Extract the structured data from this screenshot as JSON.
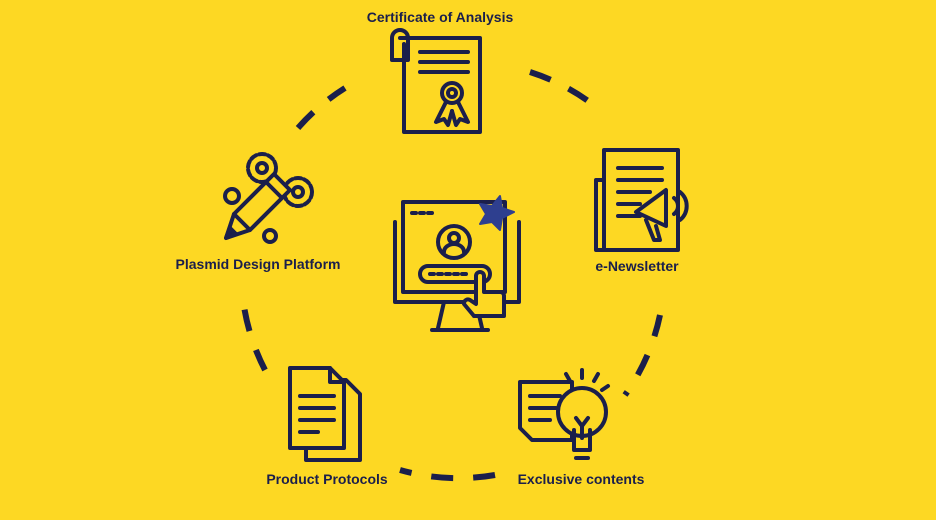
{
  "colors": {
    "background": "#FDD823",
    "ink": "#1B1F4B",
    "accent": "#2E3F8F"
  },
  "items": [
    {
      "label": "Certificate of Analysis",
      "icon": "certificate-icon"
    },
    {
      "label": "e-Newsletter",
      "icon": "newsletter-megaphone-icon"
    },
    {
      "label": "Exclusive contents",
      "icon": "lightbulb-document-icon"
    },
    {
      "label": "Product Protocols",
      "icon": "documents-icon"
    },
    {
      "label": "Plasmid Design Platform",
      "icon": "pencil-gears-icon"
    }
  ],
  "center": {
    "icon": "computer-login-icon"
  }
}
